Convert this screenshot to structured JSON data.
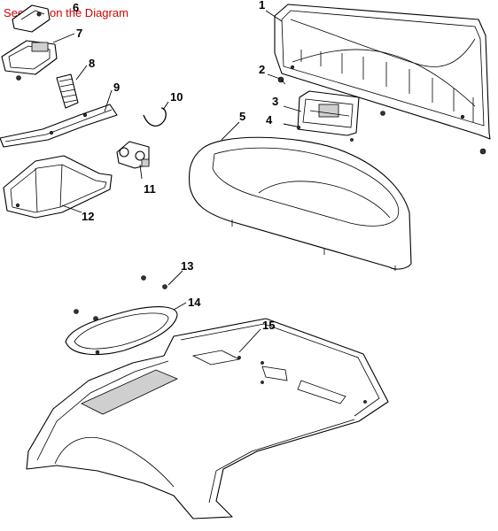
{
  "note": {
    "text": "See #15 on the Diagram",
    "color": "#d40000"
  },
  "callouts": [
    {
      "id": "1",
      "label": "1"
    },
    {
      "id": "2",
      "label": "2"
    },
    {
      "id": "3",
      "label": "3"
    },
    {
      "id": "4",
      "label": "4"
    },
    {
      "id": "5",
      "label": "5"
    },
    {
      "id": "6",
      "label": "6"
    },
    {
      "id": "7",
      "label": "7"
    },
    {
      "id": "8",
      "label": "8"
    },
    {
      "id": "9",
      "label": "9"
    },
    {
      "id": "10",
      "label": "10"
    },
    {
      "id": "11",
      "label": "11"
    },
    {
      "id": "12",
      "label": "12"
    },
    {
      "id": "13",
      "label": "13"
    },
    {
      "id": "14",
      "label": "14"
    },
    {
      "id": "15",
      "label": "15"
    }
  ]
}
